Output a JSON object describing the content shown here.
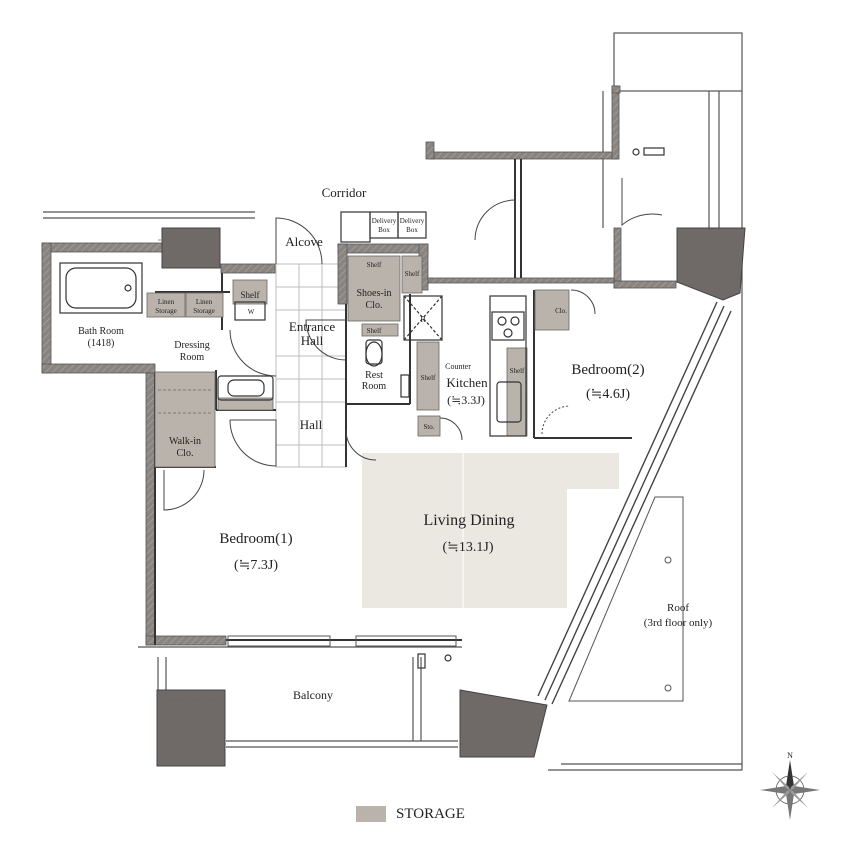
{
  "colors": {
    "wall": "#7d7773",
    "wall_hatch": "#9b9590",
    "storage": "#b9b3ab",
    "living_floor": "#ebe8e1",
    "dark_block": "#6f6a67",
    "line": "#333333",
    "grid": "#bdbdbd"
  },
  "rooms": {
    "corridor": "Corridor",
    "alcove": "Alcove",
    "entrance_hall_line1": "Entrance",
    "entrance_hall_line2": "Hall",
    "hall": "Hall",
    "bath_room_line1": "Bath Room",
    "bath_room_line2": "(1418)",
    "dressing_room_line1": "Dressing",
    "dressing_room_line2": "Room",
    "walk_in_line1": "Walk-in",
    "walk_in_line2": "Clo.",
    "shoes_in_line1": "Shoes-in",
    "shoes_in_line2": "Clo.",
    "rest_room_line1": "Rest",
    "rest_room_line2": "Room",
    "counter": "Counter",
    "kitchen_line1": "Kitchen",
    "kitchen_line2": "(≒3.3J)",
    "bedroom2_line1": "Bedroom(2)",
    "bedroom2_line2": "(≒4.6J)",
    "bedroom1_line1": "Bedroom(1)",
    "bedroom1_line2": "(≒7.3J)",
    "living_line1": "Living Dining",
    "living_line2": "(≒13.1J)",
    "balcony": "Balcony",
    "roof_line1": "Roof",
    "roof_line2": "(3rd floor only)"
  },
  "small_labels": {
    "linen1_line1": "Linen",
    "linen1_line2": "Storage",
    "linen2_line1": "Linen",
    "linen2_line2": "Storage",
    "shelf_washer": "Shelf",
    "washer": "W",
    "shelf_shoes_top": "Shelf",
    "shelf_shoes_right": "Shelf",
    "shelf_restroom": "Shelf",
    "shelf_kitchen_left": "Shelf",
    "shelf_kitchen_right": "Shelf",
    "sto": "Sto.",
    "clo_bedroom2": "Clo.",
    "fridge": "R",
    "delivery1_line1": "Delivery",
    "delivery1_line2": "Box",
    "delivery2_line1": "Delivery",
    "delivery2_line2": "Box"
  },
  "compass": {
    "north": "N"
  },
  "legend": {
    "storage_label": "STORAGE"
  }
}
